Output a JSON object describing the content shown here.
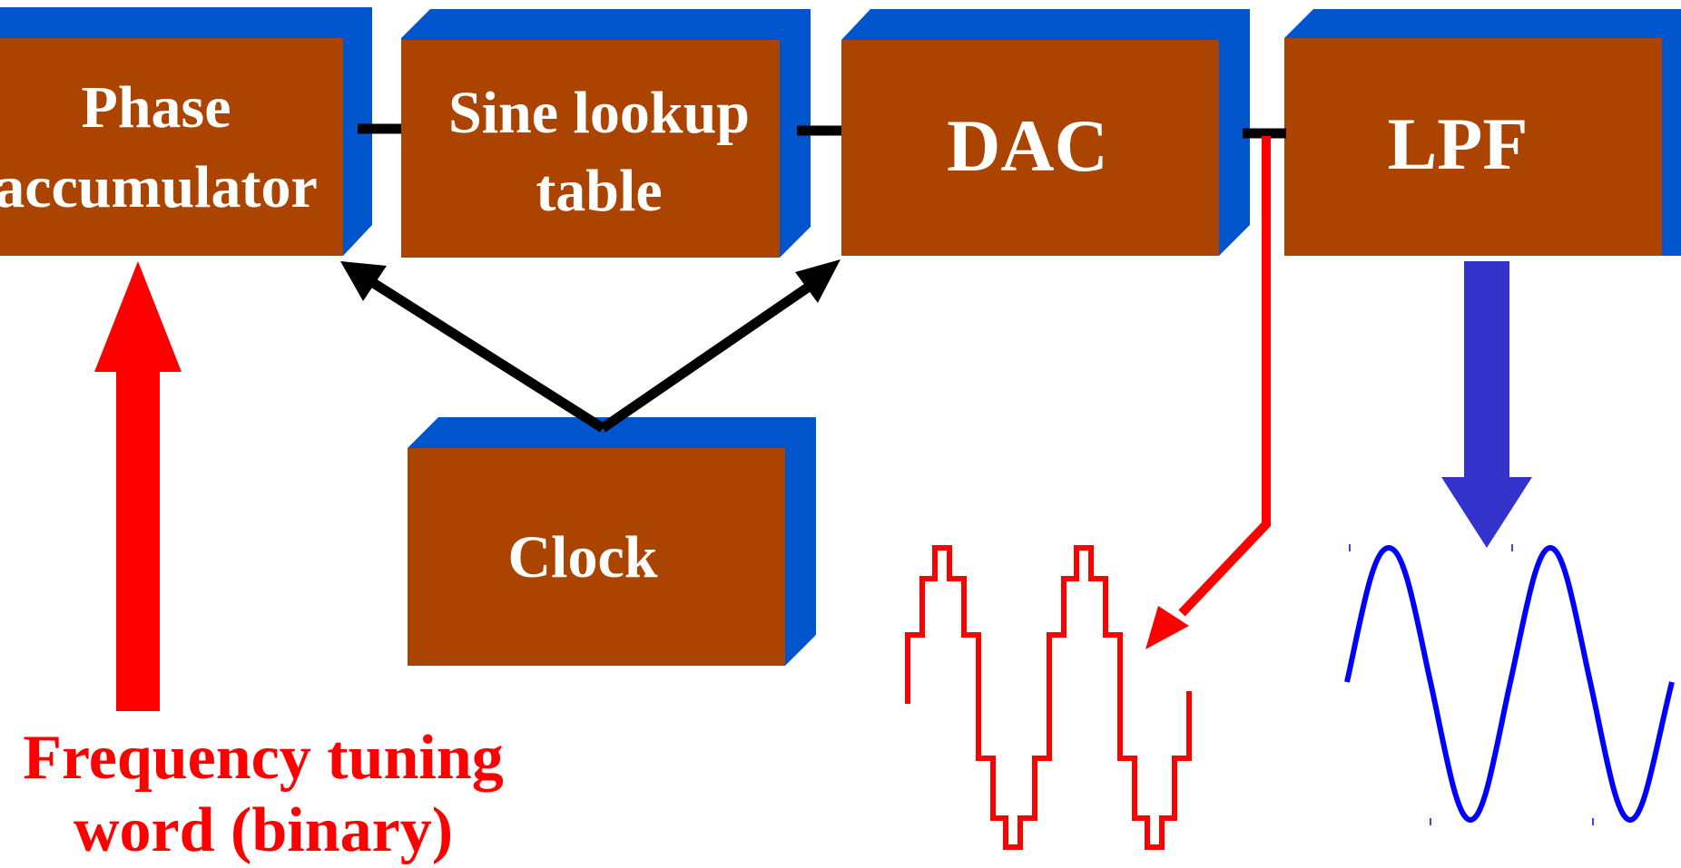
{
  "blocks": {
    "phase_accumulator": {
      "line1": "Phase",
      "line2": "accumulator"
    },
    "sine_lookup_table": {
      "line1": "Sine lookup",
      "line2": "table"
    },
    "dac": {
      "label": "DAC"
    },
    "lpf": {
      "label": "LPF"
    },
    "clock": {
      "label": "Clock"
    }
  },
  "input": {
    "line1": "Frequency tuning",
    "line2": "word (binary)"
  },
  "colors": {
    "block_face": "#aa4400",
    "block_shadow": "#0055cc",
    "tuning_arrow": "#ff0000",
    "clock_arrows": "#000000",
    "dac_output": "#ff0000",
    "lpf_arrow": "#3333cc",
    "sine_output": "#0000ff"
  },
  "waveforms": {
    "dac_output": {
      "type": "stepped-sine",
      "cycles": 2
    },
    "lpf_output": {
      "type": "sine",
      "cycles": 2
    }
  }
}
